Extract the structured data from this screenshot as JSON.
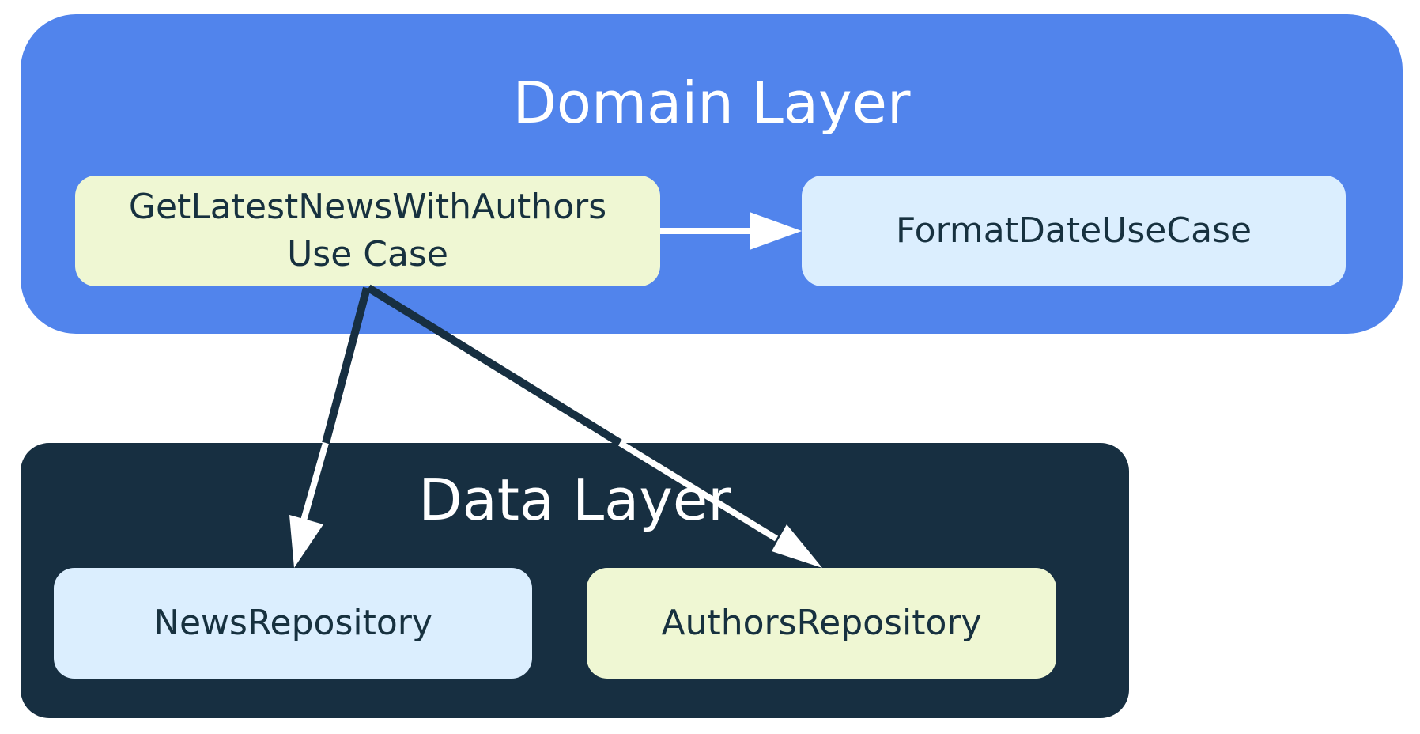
{
  "colors": {
    "domain_layer": "#5184ec",
    "data_layer": "#172f41",
    "use_case_node": "#eff7d3",
    "repository_node": "#dbeefe",
    "node_text": "#17313f",
    "arrow_on_domain": "#ffffff",
    "arrow_between_layers": "#172f41",
    "arrow_on_data": "#ffffff"
  },
  "domain_layer": {
    "title": "Domain Layer",
    "nodes": [
      {
        "id": "get-latest-news-with-authors",
        "label_lines": [
          "GetLatestNewsWithAuthors",
          "Use Case"
        ]
      },
      {
        "id": "format-date-use-case",
        "label_lines": [
          "FormatDateUseCase"
        ]
      }
    ]
  },
  "data_layer": {
    "title": "Data Layer",
    "nodes": [
      {
        "id": "news-repository",
        "label_lines": [
          "NewsRepository"
        ]
      },
      {
        "id": "authors-repository",
        "label_lines": [
          "AuthorsRepository"
        ]
      }
    ]
  },
  "edges": [
    {
      "from": "get-latest-news-with-authors",
      "to": "format-date-use-case"
    },
    {
      "from": "get-latest-news-with-authors",
      "to": "news-repository"
    },
    {
      "from": "get-latest-news-with-authors",
      "to": "authors-repository"
    }
  ]
}
